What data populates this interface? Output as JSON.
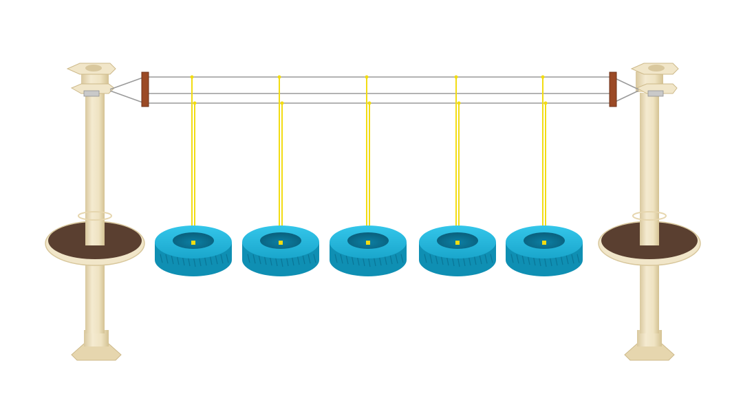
{
  "scene": {
    "subject": "tire-bridge-obstacle",
    "tire_count": 5,
    "post_count": 2,
    "platform_count": 2,
    "colors": {
      "background": "#ffffff",
      "post": "#efe3c2",
      "post_shadow": "#d9c89e",
      "platform_top": "#5a3f30",
      "platform_rim": "#f1e6c9",
      "tire": "#1fb7dc",
      "tire_dark": "#0f8fb3",
      "tire_hole": "#0b6f8f",
      "rope": "#f2dc12",
      "cable": "#9a9a9a",
      "wood": "#9b4a26"
    }
  }
}
